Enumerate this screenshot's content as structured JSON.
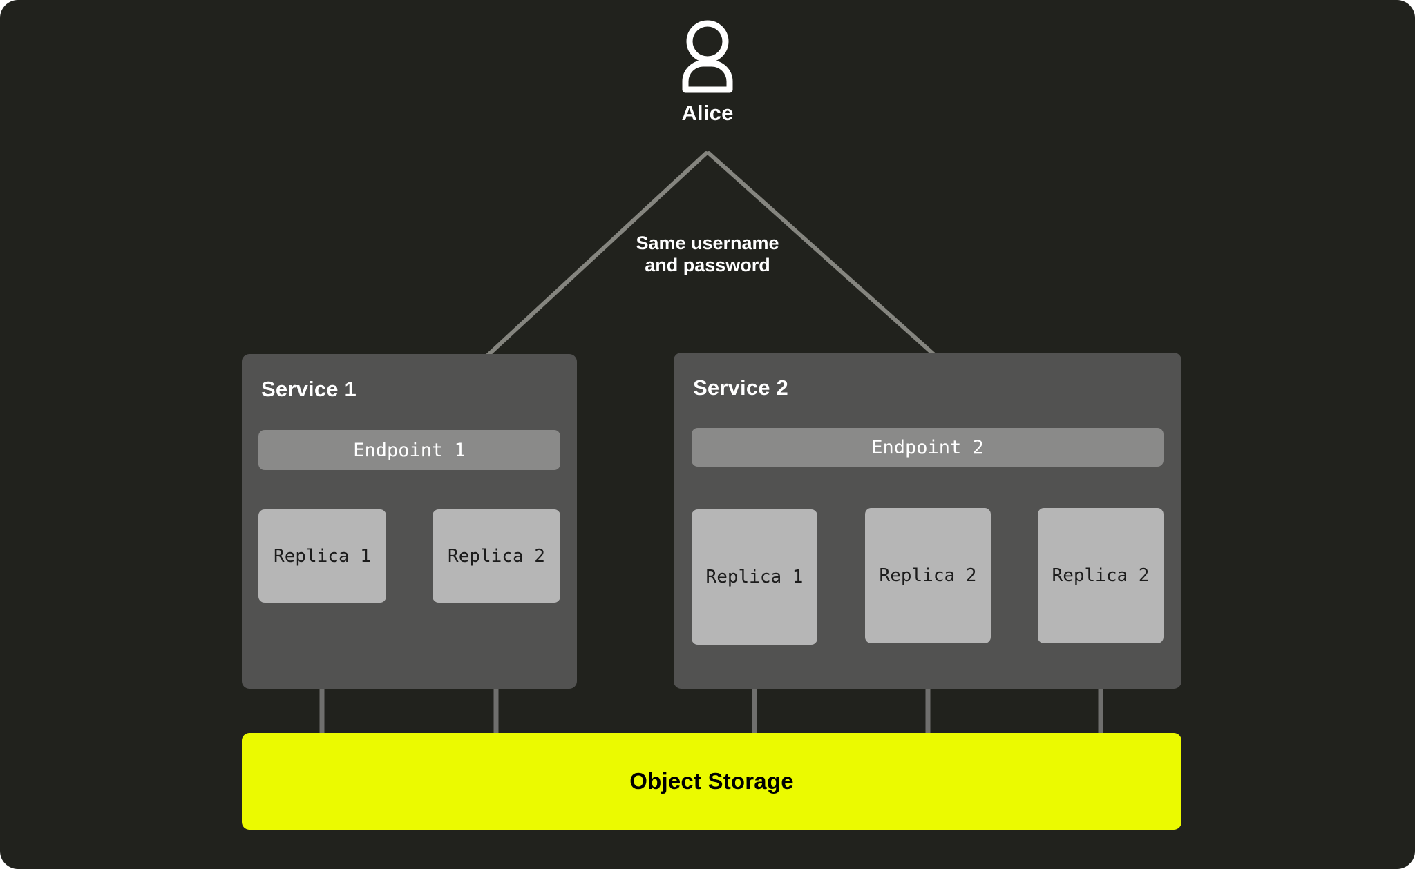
{
  "canvas": {
    "background_color": "#21221d",
    "page_background": "#ffffff"
  },
  "actor": {
    "icon": "user-icon",
    "label": "Alice"
  },
  "flow_annotation": {
    "line_1": "Same username",
    "line_2": "and password"
  },
  "services": [
    {
      "id": "service-1",
      "title": "Service 1",
      "endpoint": "Endpoint 1",
      "replicas": [
        "Replica 1",
        "Replica 2"
      ]
    },
    {
      "id": "service-2",
      "title": "Service 2",
      "endpoint": "Endpoint 2",
      "replicas": [
        "Replica 1",
        "Replica 2",
        "Replica 2"
      ]
    }
  ],
  "storage": {
    "label": "Object Storage",
    "color": "#ebfa00",
    "text_color": "#000000"
  },
  "colors": {
    "panel": "#525251",
    "endpoint": "#8a8a89",
    "replica": "#b6b6b6",
    "connector": "#6f6f6d",
    "arrow": "#85857f",
    "accent": "#ebfa00"
  }
}
